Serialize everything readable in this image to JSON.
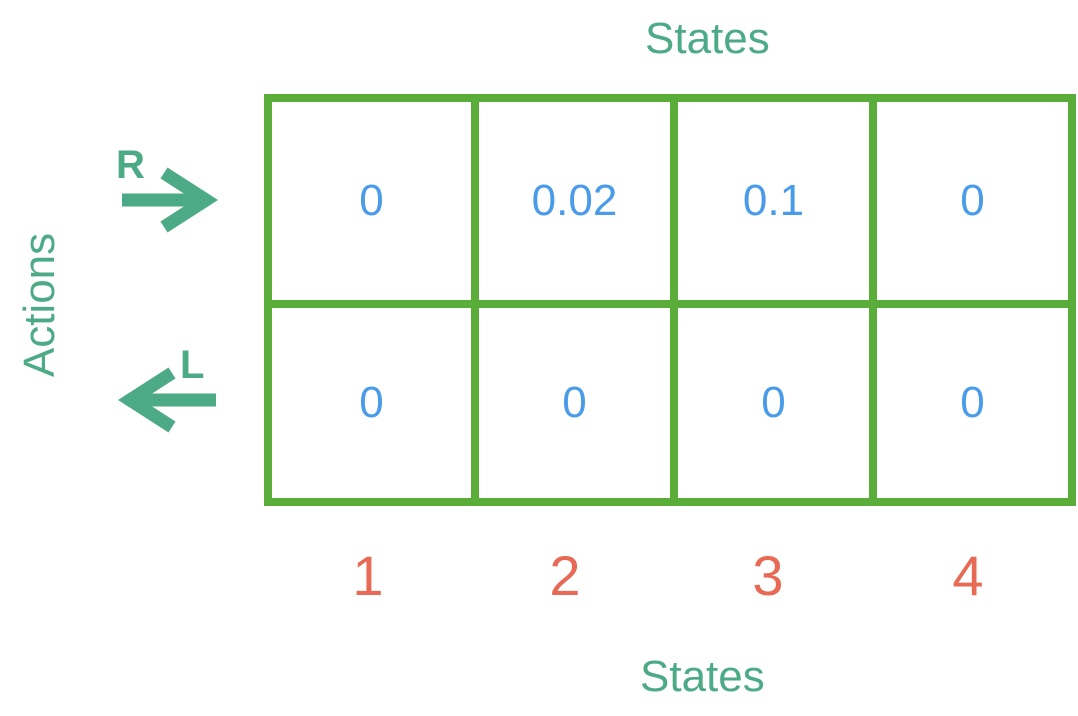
{
  "labels": {
    "states_top": "States",
    "states_bottom": "States",
    "actions": "Actions"
  },
  "actions": [
    {
      "letter": "R",
      "arrow_icon": "right-arrow-icon"
    },
    {
      "letter": "L",
      "arrow_icon": "left-arrow-icon"
    }
  ],
  "table": {
    "rows": [
      [
        "0",
        "0.02",
        "0.1",
        "0"
      ],
      [
        "0",
        "0",
        "0",
        "0"
      ]
    ]
  },
  "state_numbers": [
    "1",
    "2",
    "3",
    "4"
  ],
  "colors": {
    "label_green": "#4daa86",
    "grid_green": "#5aad38",
    "value_blue": "#4a9ce8",
    "state_red": "#e86a55"
  }
}
